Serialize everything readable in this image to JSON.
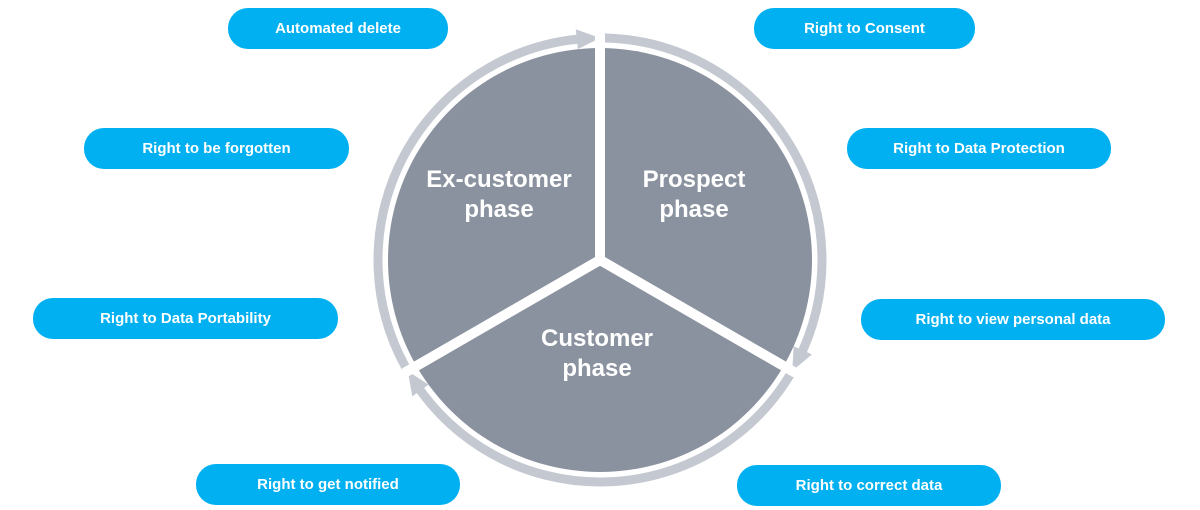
{
  "colors": {
    "pill": "#00b0f0",
    "pill_text": "#ffffff",
    "segment": "#8a929f",
    "ring": "#c4c8d0",
    "separator": "#ffffff"
  },
  "phases": [
    {
      "id": "prospect",
      "line1": "Prospect",
      "line2": "phase"
    },
    {
      "id": "customer",
      "line1": "Customer",
      "line2": "phase"
    },
    {
      "id": "ex-customer",
      "line1": "Ex-customer",
      "line2": "phase"
    }
  ],
  "rights": {
    "left": [
      {
        "label": "Automated delete"
      },
      {
        "label": "Right to be forgotten"
      },
      {
        "label": "Right to Data Portability"
      },
      {
        "label": "Right to get notified"
      }
    ],
    "right": [
      {
        "label": "Right to Consent"
      },
      {
        "label": "Right to Data Protection"
      },
      {
        "label": "Right to view personal data"
      },
      {
        "label": "Right to correct data"
      }
    ]
  }
}
